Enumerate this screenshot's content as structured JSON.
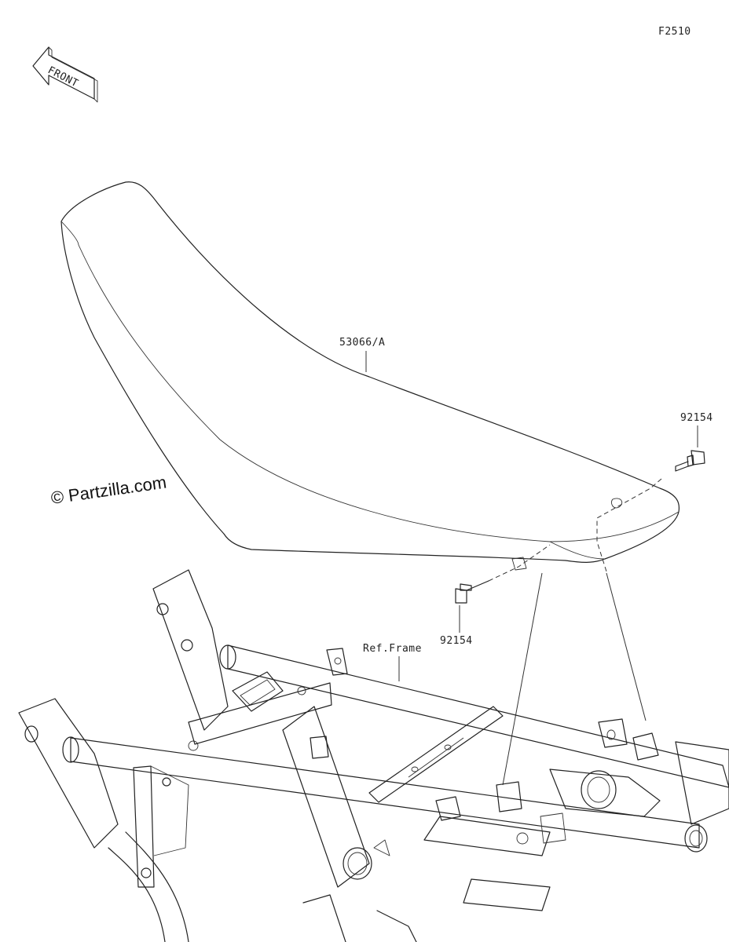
{
  "diagram": {
    "code": "F2510",
    "front_arrow_text": "FRONT",
    "watermark": "© Partzilla.com",
    "callouts": {
      "seat": "53066/A",
      "bolt_right": "92154",
      "bolt_left": "92154",
      "frame_ref": "Ref.Frame"
    }
  }
}
